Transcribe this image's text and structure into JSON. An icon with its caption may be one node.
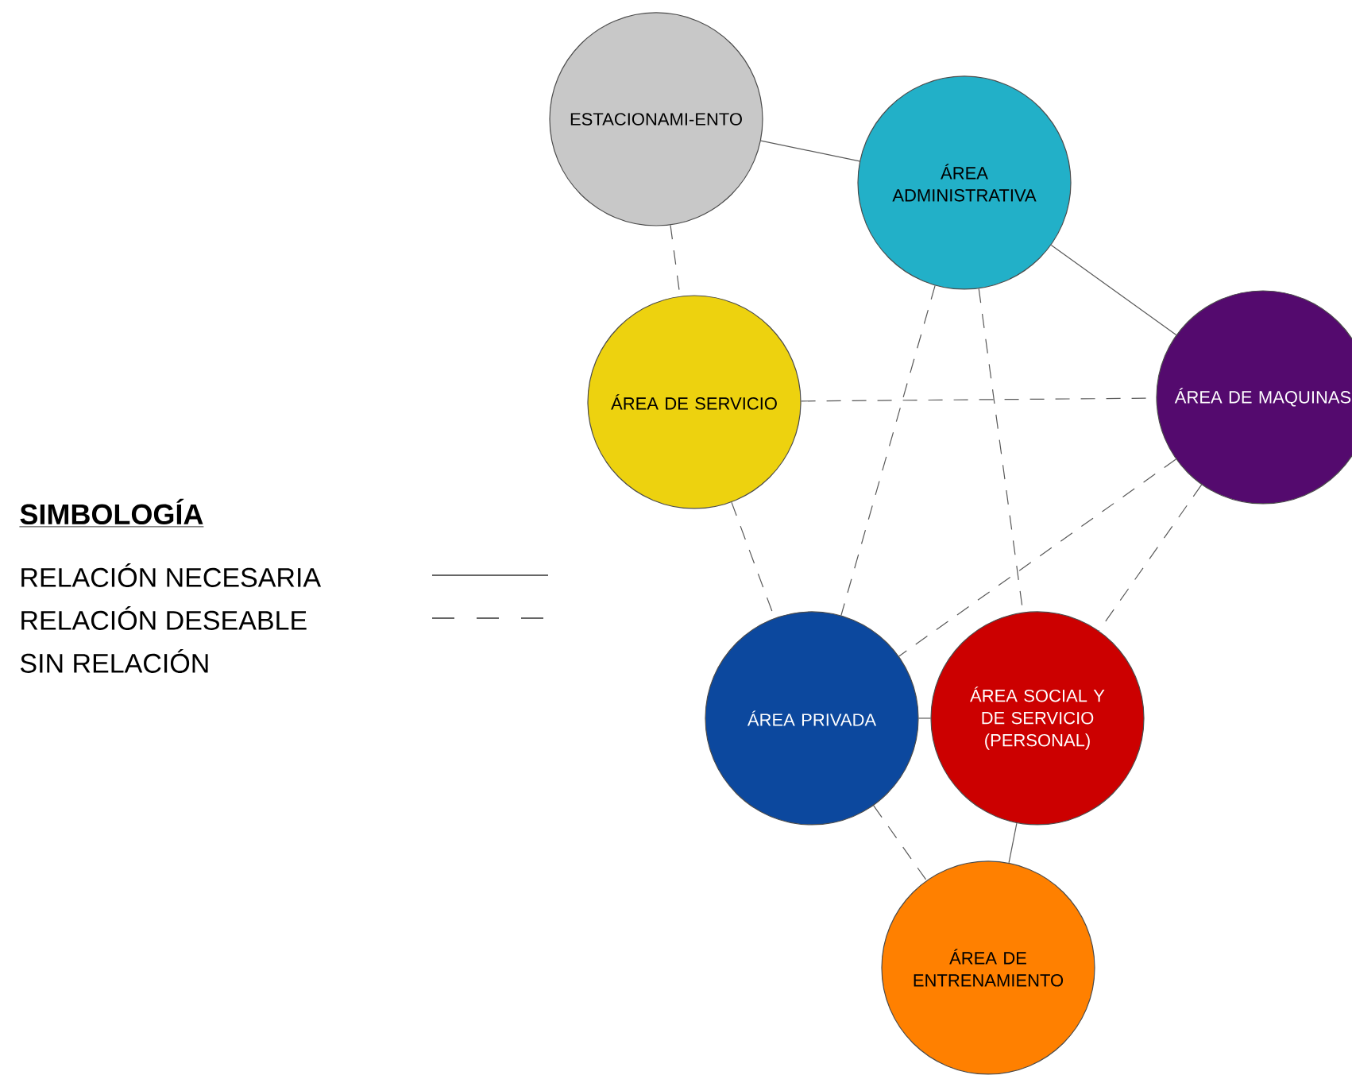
{
  "diagram": {
    "nodes": [
      {
        "text": [
          "ESTACIONAMI-ENTO"
        ]
      },
      {
        "text": [
          "ÁREA ADMINISTRATIVA"
        ]
      },
      {
        "text": [
          "ÁREA DE SERVICIO"
        ]
      },
      {
        "text": [
          "ÁREA DE MAQUINAS"
        ]
      },
      {
        "text": [
          "ÁREA PRIVADA"
        ]
      },
      {
        "text": [
          "ÁREA SOCIAL Y DE SERVICIO (PERSONAL)"
        ]
      },
      {
        "text": [
          "ÁREA DE ENTRENAMIENTO"
        ]
      }
    ],
    "edges": [
      {
        "from": 0,
        "to": 1,
        "arrow": "none"
      },
      {
        "from": 0,
        "to": 2,
        "arrow": "none",
        "style": "dashed"
      },
      {
        "from": 1,
        "to": 3,
        "arrow": "none"
      },
      {
        "from": 2,
        "to": 3,
        "arrow": "none",
        "style": "dashed"
      },
      {
        "from": 1,
        "to": 4,
        "arrow": "none",
        "style": "dashed"
      },
      {
        "from": 1,
        "to": 5,
        "arrow": "none",
        "style": "dashed"
      },
      {
        "from": 2,
        "to": 4,
        "arrow": "none",
        "style": "dashed"
      },
      {
        "from": 3,
        "to": 4,
        "arrow": "none",
        "style": "dashed"
      },
      {
        "from": 3,
        "to": 5,
        "arrow": "none",
        "style": "dashed"
      },
      {
        "from": 4,
        "to": 5,
        "arrow": "none"
      },
      {
        "from": 4,
        "to": 6,
        "arrow": "none",
        "style": "dashed"
      },
      {
        "from": 5,
        "to": 6,
        "arrow": "none"
      }
    ],
    "labels": [
      "SIMBOLOGÍA"
    ],
    "legend": [
      {
        "text": "RELACIÓN NECESARIA"
      },
      {
        "text": "RELACIÓN DESEABLE"
      },
      {
        "text": "SIN RELACIÓN"
      }
    ]
  }
}
